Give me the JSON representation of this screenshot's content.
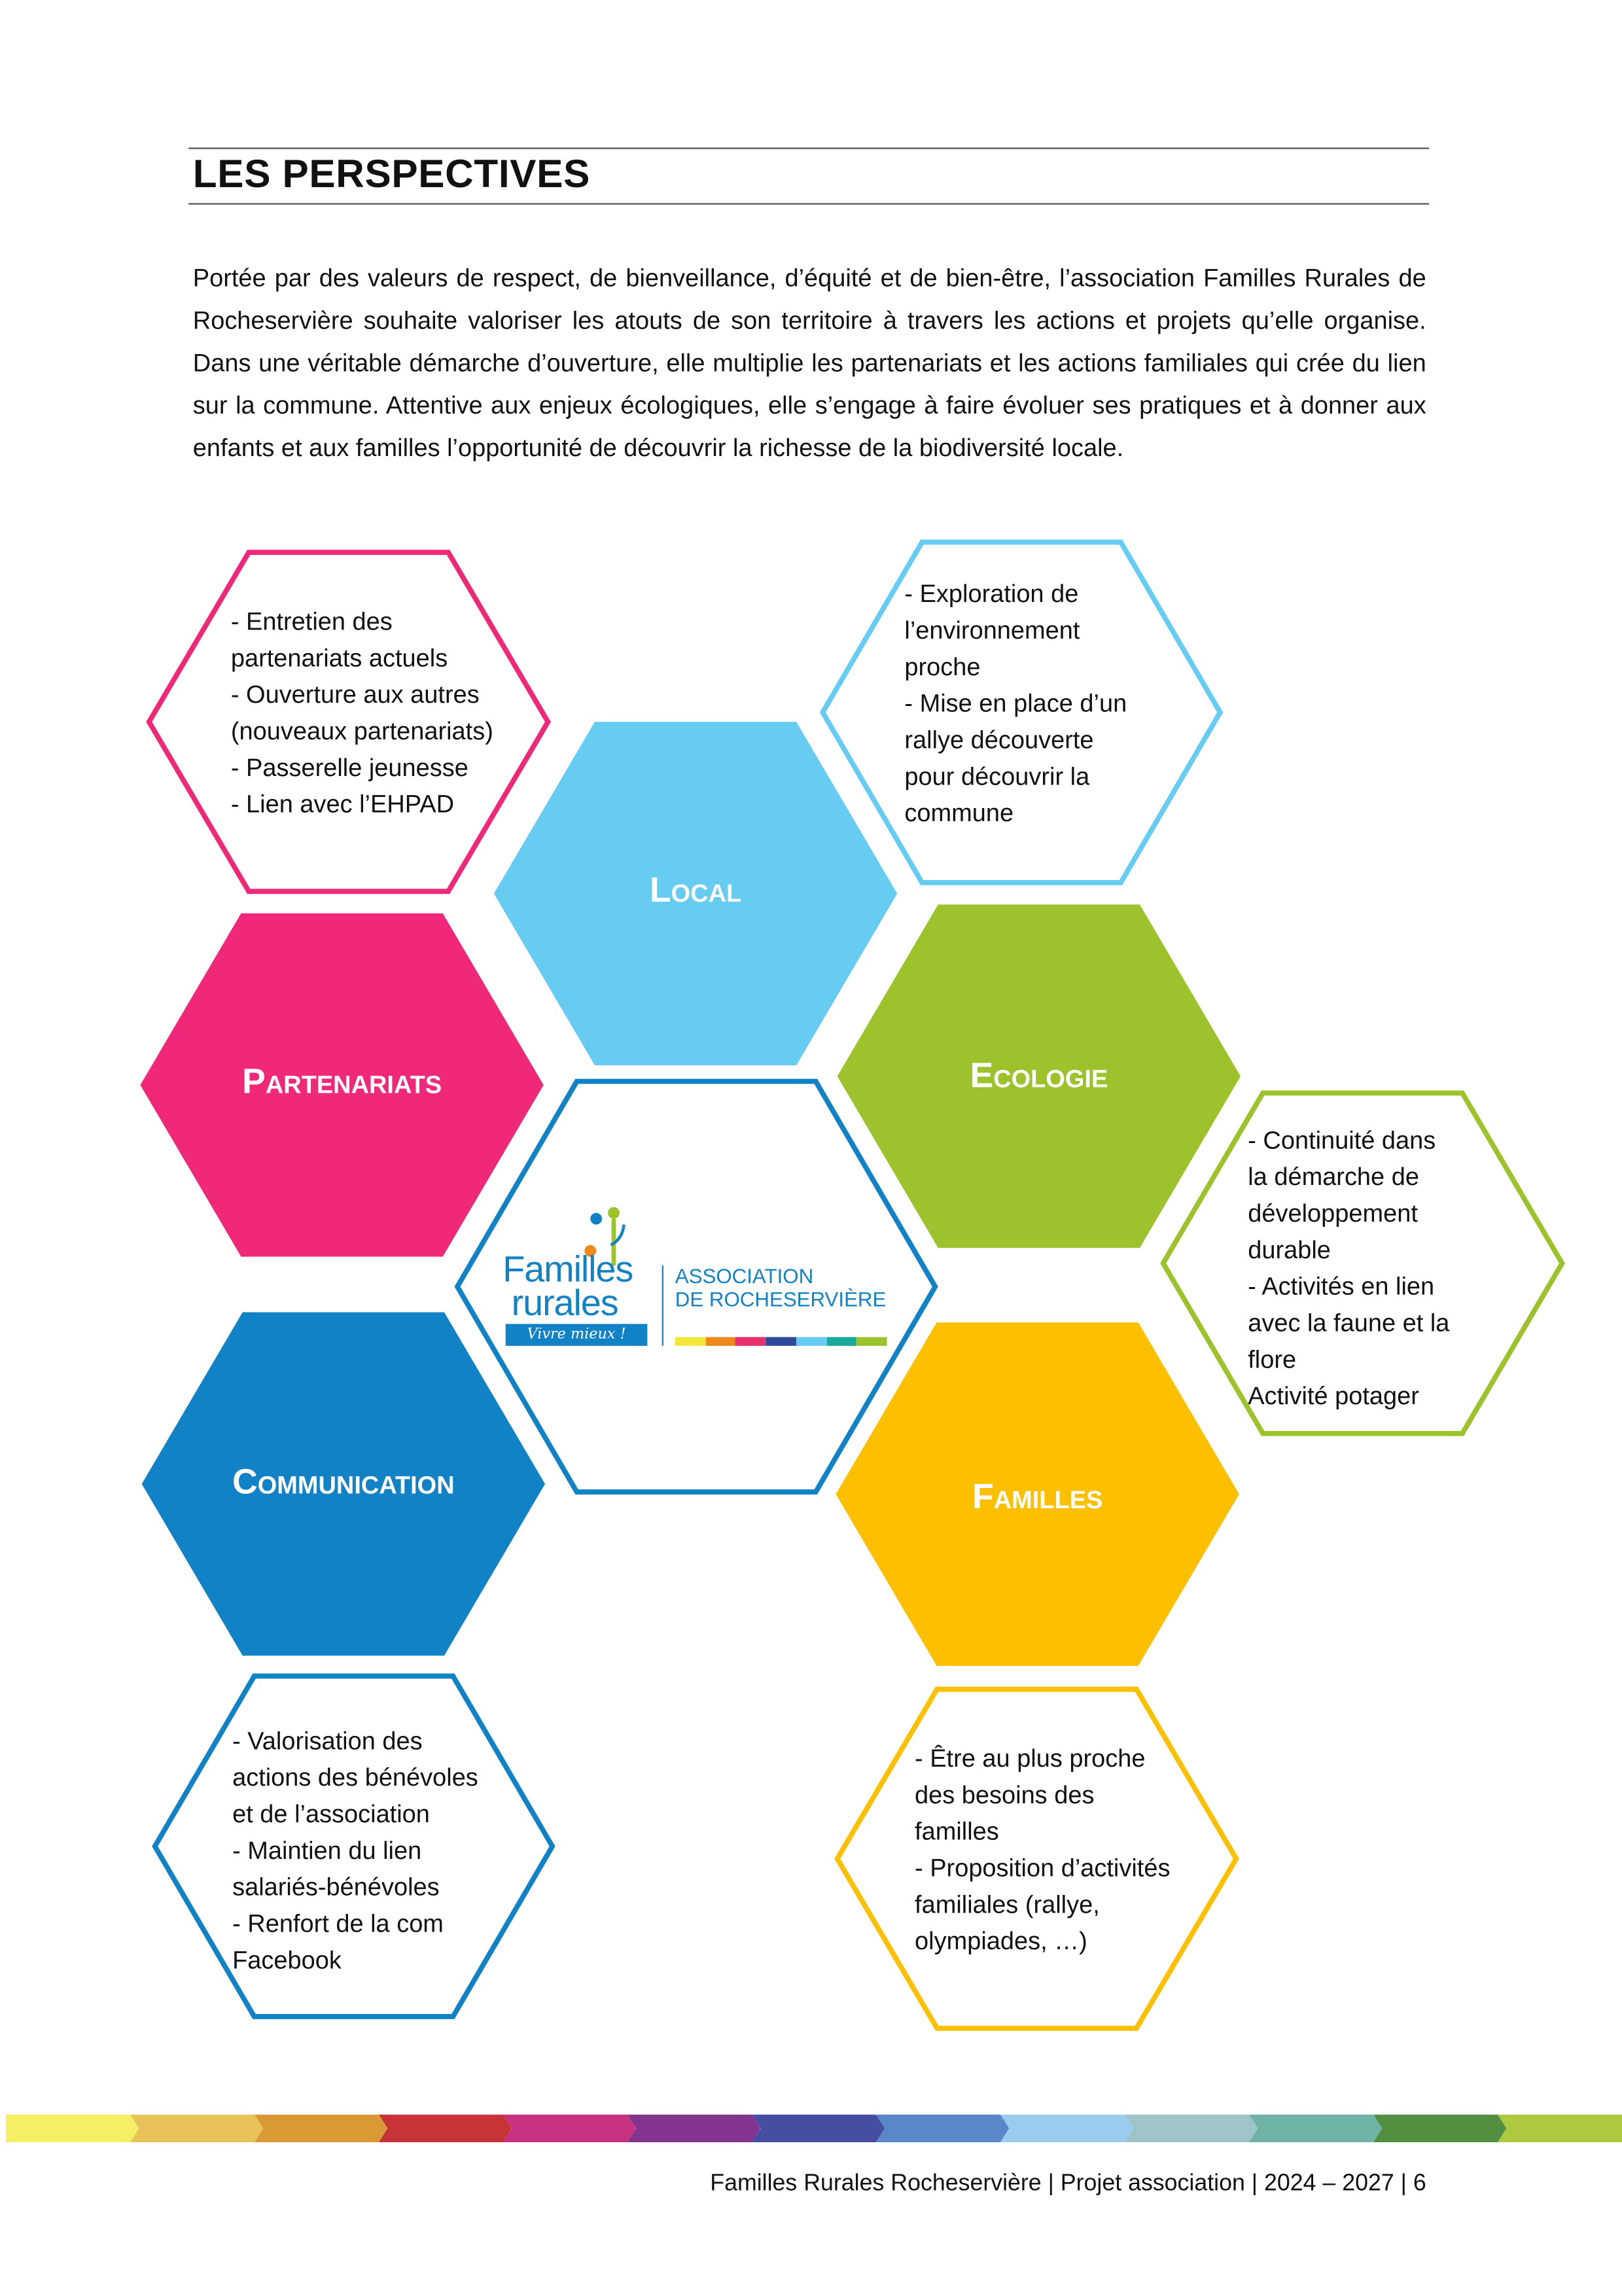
{
  "heading": "LES PERSPECTIVES",
  "intro": "Portée par des valeurs de respect, de bienveillance, d’équité et de bien-être, l’association Familles Rurales de Rocheservière souhaite valoriser les atouts de son territoire à travers les actions et projets qu’elle organise. Dans une véritable démarche d’ouverture, elle multiplie les partenariats et les actions familiales qui crée du lien sur la commune. Attentive aux enjeux écologiques, elle s’engage à faire évoluer ses pratiques et à donner aux enfants et aux familles l’opportunité de découvrir la richesse de la biodiversité locale.",
  "themes": {
    "local": {
      "title": "Local",
      "color": "#66ccf2",
      "text": "- Exploration de\nl’environnement\nproche\n- Mise en place d’un\nrallye découverte\npour découvrir la\ncommune"
    },
    "partenariats": {
      "title": "Partenariats",
      "color": "#f0287a",
      "text": "- Entretien des\npartenariats actuels\n- Ouverture aux autres\n(nouveaux partenariats)\n- Passerelle jeunesse\n- Lien avec l’EHPAD"
    },
    "ecologie": {
      "title": "Ecologie",
      "color": "#9dc32c",
      "text": "- Continuité dans\nla démarche de\ndéveloppement\ndurable\n- Activités en lien\navec la faune et la\nflore\nActivité potager"
    },
    "communication": {
      "title": "Communication",
      "color": "#1282c6",
      "text": "- Valorisation des\nactions des bénévoles\net de l’association\n- Maintien du lien\nsalariés-bénévoles\n- Renfort de la com\nFacebook"
    },
    "familles": {
      "title": "Familles",
      "color": "#fcc000",
      "text": "- Être au plus proche\ndes besoins des\nfamilles\n- Proposition d’activités\nfamiliales (rallye,\nolympiades, …)"
    }
  },
  "logo": {
    "line1": "Familles",
    "line2": "rurales",
    "tagline": "Vivre mieux !",
    "assoc1": "ASSOCIATION",
    "assoc2": "DE ROCHESERVIÈRE"
  },
  "stripe_colors": [
    "#f5ef66",
    "#e8c35a",
    "#d99a35",
    "#c83338",
    "#c83280",
    "#83348f",
    "#454ea0",
    "#5a87c7",
    "#9bcbee",
    "#9ec4c8",
    "#6fb3a6",
    "#528f40",
    "#adc93f"
  ],
  "footer": "Familles Rurales Rocheservière | Projet association | 2024 – 2027 | 6"
}
